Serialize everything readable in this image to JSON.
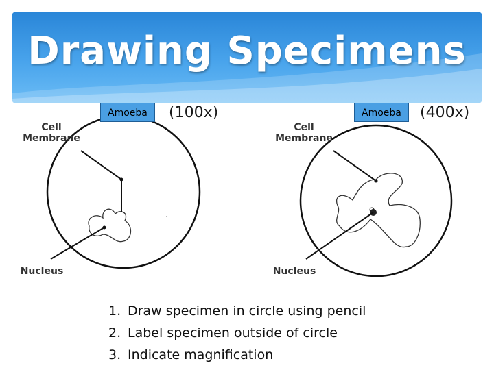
{
  "slide": {
    "title": "Drawing Specimens",
    "header_color": "#3a97e2"
  },
  "left_panel": {
    "caption": "Amoeba",
    "magnification": "(100x)",
    "label_membrane_line1": "Cell",
    "label_membrane_line2": "Membrane",
    "label_nucleus": "Nucleus"
  },
  "right_panel": {
    "caption": "Amoeba",
    "magnification": "(400x)",
    "label_membrane_line1": "Cell",
    "label_membrane_line2": "Membrane",
    "label_nucleus": "Nucleus"
  },
  "instructions": [
    {
      "num": "1.",
      "text": "Draw specimen in circle using pencil"
    },
    {
      "num": "2.",
      "text": "Label specimen outside of circle"
    },
    {
      "num": "3.",
      "text": "Indicate magnification"
    }
  ],
  "icons": {
    "left_drawing": "amoeba-drawing-icon",
    "right_drawing": "amoeba-drawing-icon"
  }
}
